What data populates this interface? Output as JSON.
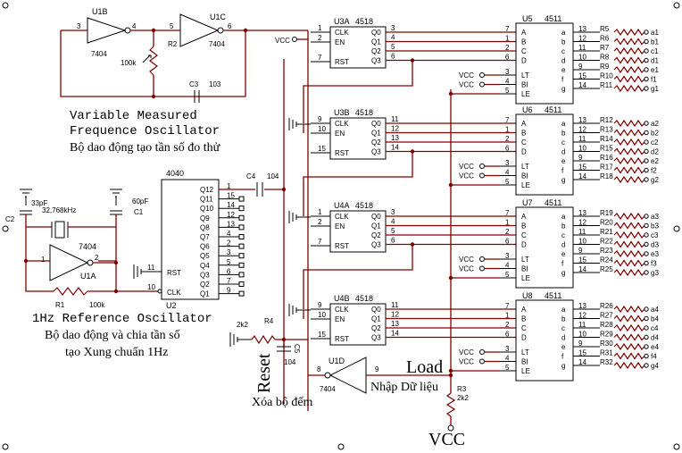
{
  "osc_var": {
    "u1b": "U1B",
    "u1c": "U1C",
    "chip_a": "7404",
    "chip_b": "7404",
    "pin3": "3",
    "pin4": "4",
    "pin5": "5",
    "pin6": "6",
    "r2": "R2",
    "r2_val": "100k",
    "c3": "C3",
    "c3_val": "103",
    "title1": "Variable Measured",
    "title2": "Frequence Oscillator",
    "vn": "Bộ dao động tạo tần số đo thử"
  },
  "osc_ref": {
    "c2": "C2",
    "c2_val": "33pF",
    "xtal": "32,768kHz",
    "c1_val": "60pF",
    "c1": "C1",
    "chip": "7404",
    "u1a": "U1A",
    "pin1": "1",
    "pin2": "2",
    "r1": "R1",
    "r1_val": "100k",
    "title": "1Hz Reference Oscillator",
    "vn1": "Bộ dao động và chia tần số",
    "vn2": "tạo Xung chuẩn 1Hz"
  },
  "divider": {
    "name": "4040",
    "u2": "U2",
    "rst": "RST",
    "clk": "CLK",
    "pin11": "11",
    "pin10": "10",
    "outputs": [
      "Q12",
      "Q11",
      "Q10",
      "Q9",
      "Q8",
      "Q7",
      "Q6",
      "Q5",
      "Q4",
      "Q3",
      "Q2",
      "Q1"
    ],
    "out_pins": [
      "1",
      "15",
      "14",
      "12",
      "13",
      "4",
      "2",
      "3",
      "5",
      "6",
      "7",
      "9"
    ],
    "c4": "C4",
    "c4_val": "104"
  },
  "counters": [
    {
      "name": "U3A",
      "chip": "4518",
      "in_pins": [
        "1",
        "2",
        "7"
      ],
      "out_pins": [
        "3",
        "4",
        "5",
        "6"
      ]
    },
    {
      "name": "U3B",
      "chip": "4518",
      "in_pins": [
        "9",
        "10",
        "15"
      ],
      "out_pins": [
        "11",
        "12",
        "13",
        "14"
      ]
    },
    {
      "name": "U4A",
      "chip": "4518",
      "in_pins": [
        "1",
        "2",
        "7"
      ],
      "out_pins": [
        "3",
        "4",
        "5",
        "6"
      ]
    },
    {
      "name": "U4B",
      "chip": "4518",
      "in_pins": [
        "9",
        "10",
        "15"
      ],
      "out_pins": [
        "11",
        "12",
        "13",
        "14"
      ]
    }
  ],
  "counter_labels": {
    "clk": "CLK",
    "en": "EN",
    "rst": "RST",
    "q0": "Q0",
    "q1": "Q1",
    "q2": "Q2",
    "q3": "Q3"
  },
  "decoders": [
    {
      "name": "U5",
      "chip": "4511",
      "res": [
        "R5",
        "R6",
        "R7",
        "R8",
        "R9",
        "R10",
        "R11"
      ],
      "segs": [
        "a1",
        "b1",
        "c1",
        "d1",
        "e1",
        "f1",
        "g1"
      ]
    },
    {
      "name": "U6",
      "chip": "4511",
      "res": [
        "R12",
        "R13",
        "R14",
        "R15",
        "R16",
        "R17",
        "R18"
      ],
      "segs": [
        "a2",
        "b2",
        "c2",
        "d2",
        "e2",
        "f2",
        "g2"
      ]
    },
    {
      "name": "U7",
      "chip": "4511",
      "res": [
        "R19",
        "R20",
        "R21",
        "R22",
        "R23",
        "R24",
        "R25"
      ],
      "segs": [
        "a3",
        "b3",
        "c3",
        "d3",
        "e3",
        "f3",
        "g3"
      ]
    },
    {
      "name": "U8",
      "chip": "4511",
      "res": [
        "R26",
        "R27",
        "R28",
        "R29",
        "R30",
        "R31",
        "R32"
      ],
      "segs": [
        "a4",
        "b4",
        "c4",
        "d4",
        "e4",
        "f4",
        "g4"
      ]
    }
  ],
  "decoder_labels": {
    "in": [
      "A",
      "B",
      "C",
      "D"
    ],
    "ctl": [
      "LT",
      "BI",
      "LE"
    ],
    "out": [
      "a",
      "b",
      "c",
      "d",
      "e",
      "f",
      "g"
    ],
    "in_pins": [
      "7",
      "1",
      "2",
      "6"
    ],
    "ctl_pins": [
      "3",
      "4",
      "5"
    ],
    "out_pins": [
      "13",
      "12",
      "11",
      "10",
      "9",
      "15",
      "14"
    ]
  },
  "vcc": "VCC",
  "reset": {
    "r4": "R4",
    "r4_val": "2k2",
    "c5": "C5",
    "c5_val": "104",
    "label": "Reset",
    "vn": "Xóa bộ đếm"
  },
  "load": {
    "u1d": "U1D",
    "chip": "7404",
    "pin8": "8",
    "pin9": "9",
    "label": "Load",
    "vn": "Nhập Dữ liệu",
    "r3": "R3",
    "r3_val": "2k2",
    "vcc_big": "VCC"
  }
}
